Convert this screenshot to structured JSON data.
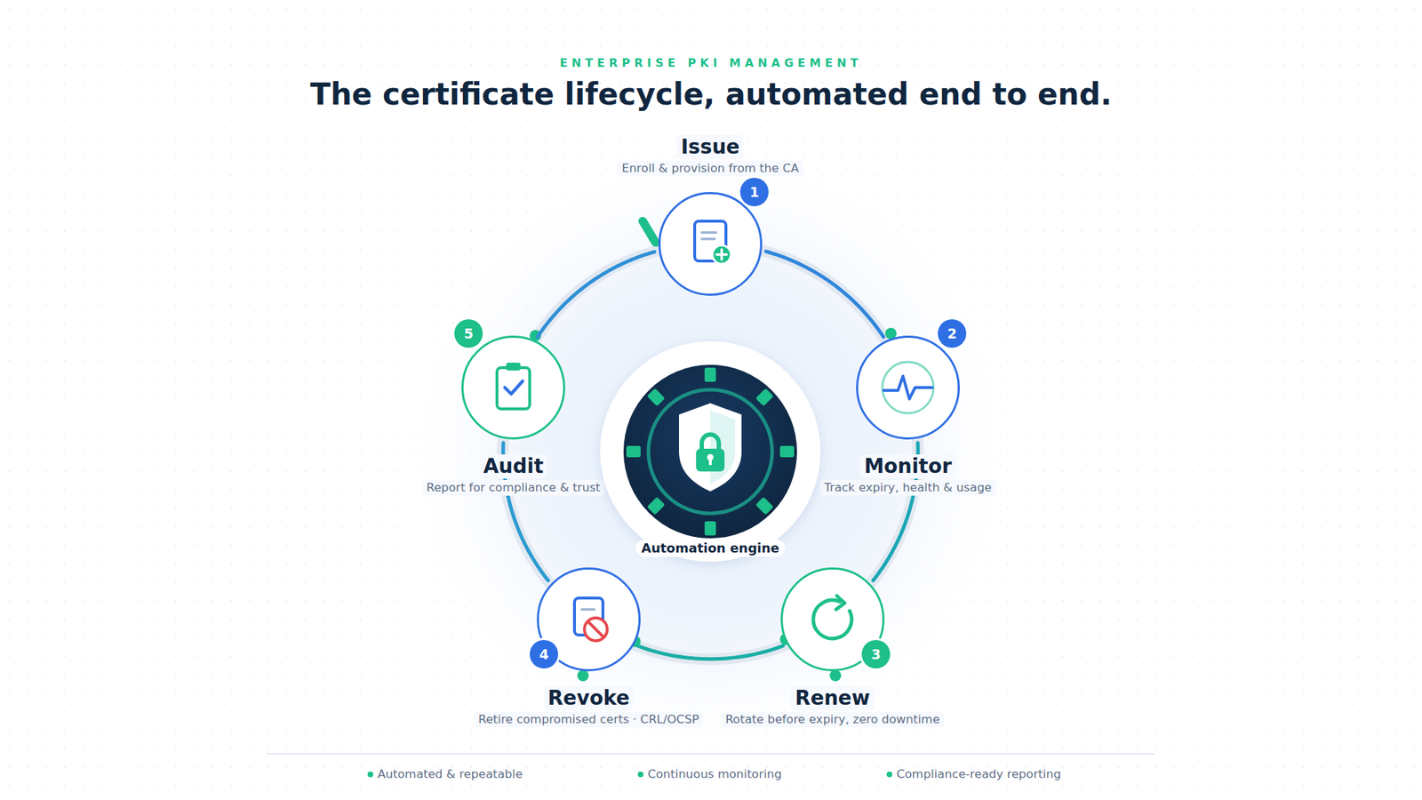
{
  "diagram": {
    "title": "The certificate lifecycle, automated end to end.",
    "nodes": [
      {
        "text": [
          "Issue",
          "Enroll & provision from the CA"
        ]
      },
      {
        "text": [
          "Monitor",
          "Track expiry, health & usage"
        ]
      },
      {
        "text": [
          "Renew",
          "Rotate before expiry, zero downtime"
        ]
      },
      {
        "text": [
          "Revoke",
          "Retire compromised certs · CRL/OCSP"
        ]
      },
      {
        "text": [
          "Audit",
          "Report for compliance & trust"
        ]
      },
      {
        "text": [
          "Automation engine"
        ]
      }
    ],
    "edges": [
      {
        "from": 0,
        "to": 1,
        "arrow": "none"
      },
      {
        "from": 1,
        "to": 2,
        "arrow": "none"
      },
      {
        "from": 2,
        "to": 3,
        "arrow": "none"
      },
      {
        "from": 3,
        "to": 4,
        "arrow": "none"
      },
      {
        "from": 4,
        "to": 0,
        "arrow": "none"
      }
    ],
    "labels": [
      "ENTERPRISE PKI MANAGEMENT",
      "1",
      "2",
      "3",
      "4",
      "5"
    ],
    "legend": [
      {
        "text": "Automated & repeatable",
        "color": "#1dbf8a"
      },
      {
        "text": "Continuous monitoring",
        "color": "#1dbf8a"
      },
      {
        "text": "Compliance-ready reporting",
        "color": "#1dbf8a"
      }
    ]
  }
}
